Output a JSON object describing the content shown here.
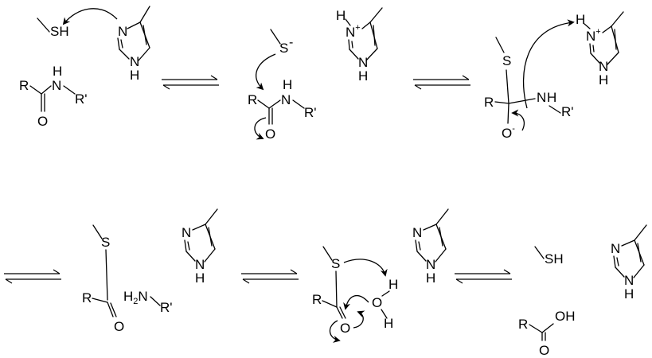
{
  "labels": {
    "R": "R",
    "N": "N",
    "H": "H",
    "Rp": "R'",
    "O": "O",
    "S": "S",
    "SH": "SH",
    "OH": "OH",
    "minus": "-",
    "plus": "+",
    "H2N_H": "H",
    "H2N_2": "2",
    "H2N_N": "N"
  }
}
